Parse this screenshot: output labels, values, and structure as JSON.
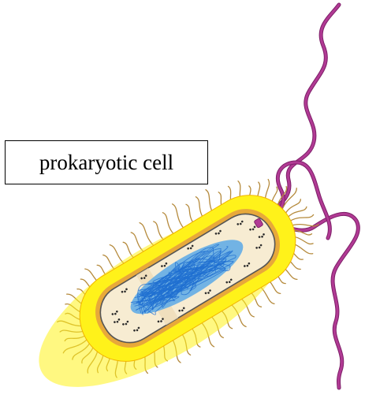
{
  "diagram": {
    "label": "prokaryotic cell",
    "colors": {
      "capsule": "#fff21a",
      "capsule_edge": "#f2b400",
      "pili": "#b58a3c",
      "cell_wall": "#e8a93a",
      "cytoplasm": "#f7ecd2",
      "membrane": "#555555",
      "nucleoid": "#5aa9e8",
      "dna_strand": "#1f6fd1",
      "ribosomes": "#2b2b2b",
      "flagellum": "#b13a94",
      "flagellum_edge": "#7d1f68"
    },
    "icons": [
      "capsule",
      "pili",
      "cell-wall",
      "plasma-membrane",
      "cytoplasm",
      "nucleoid",
      "ribosomes",
      "flagella"
    ]
  }
}
